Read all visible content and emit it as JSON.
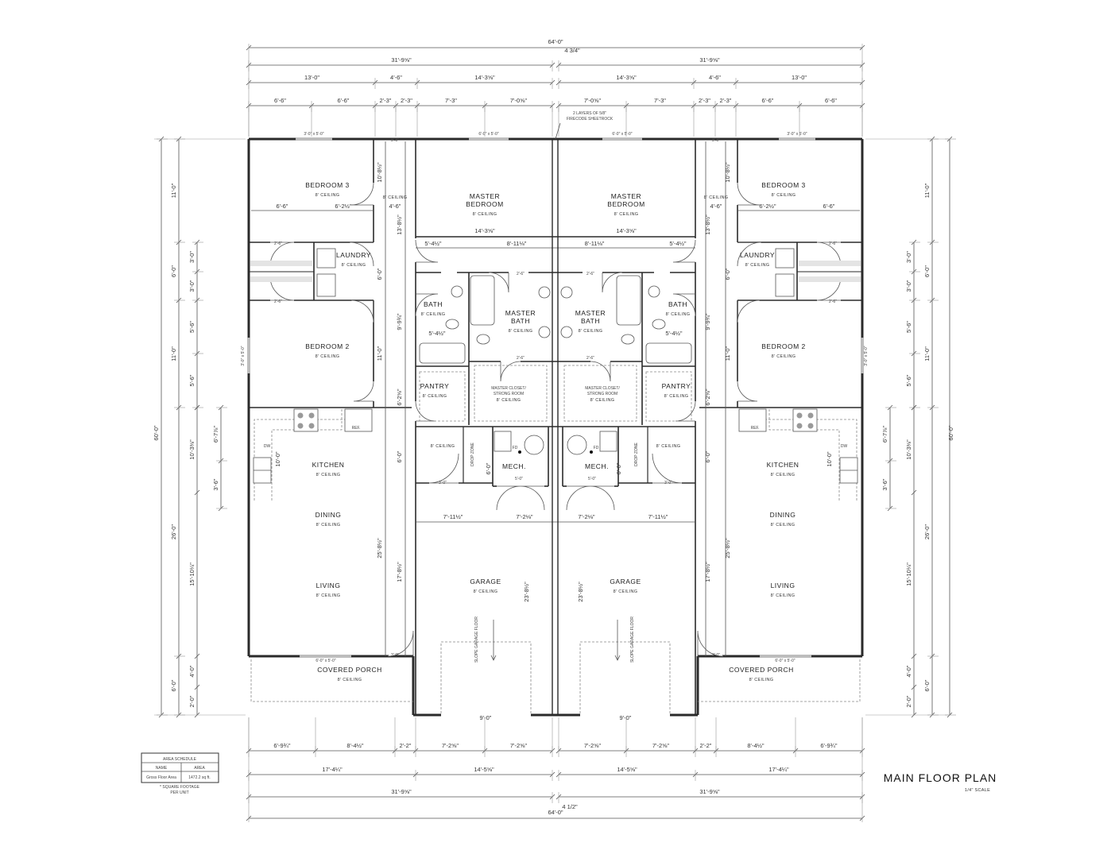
{
  "title": "MAIN FLOOR PLAN",
  "scale": "1/4\" SCALE",
  "party_wall_note": [
    "2 LAYERS OF 5/8\"",
    "FIRECODE SHEETROCK"
  ],
  "area_schedule": {
    "title": "AREA SCHEDULE",
    "headers": [
      "NAME",
      "AREA"
    ],
    "rows": [
      [
        "Gross Floor Area",
        "1472.2 sq ft."
      ]
    ],
    "note": [
      "* SQUARE FOOTAGE",
      "PER UNIT"
    ]
  },
  "colors": {
    "lines": "#2a2a2a",
    "background": "#ffffff",
    "window": "#bdbdbd"
  },
  "rooms": [
    {
      "name": [
        "BEDROOM 3"
      ],
      "ceiling": "8' CEILING"
    },
    {
      "name": [
        "LAUNDRY"
      ],
      "ceiling": "8' CEILING"
    },
    {
      "name": [
        "BEDROOM 2"
      ],
      "ceiling": "8' CEILING"
    },
    {
      "name": [
        "KITCHEN"
      ],
      "ceiling": "8' CEILING"
    },
    {
      "name": [
        "DINING"
      ],
      "ceiling": "8' CEILING"
    },
    {
      "name": [
        "LIVING"
      ],
      "ceiling": "8' CEILING"
    },
    {
      "name": [
        "COVERED PORCH"
      ],
      "ceiling": "8' CEILING"
    },
    {
      "name": [
        "MASTER",
        "BEDROOM"
      ],
      "ceiling": "8' CEILING"
    },
    {
      "name": [
        "BATH"
      ],
      "ceiling": "8' CEILING"
    },
    {
      "name": [
        "MASTER",
        "BATH"
      ],
      "ceiling": "8' CEILING"
    },
    {
      "name": [
        "PANTRY"
      ],
      "ceiling": "8' CEILING"
    },
    {
      "name": [
        "MASTER CLOSET/",
        "STRONG ROOM"
      ],
      "ceiling": "8' CEILING"
    },
    {
      "name": [
        "MECH."
      ],
      "ceiling": ""
    },
    {
      "name": [
        "GARAGE"
      ],
      "ceiling": "8' CEILING"
    },
    {
      "name": [],
      "ceiling": "8' CEILING"
    },
    {
      "name": [],
      "ceiling": "8' CEILING"
    }
  ],
  "notes": [
    "DROP ZONE",
    "SLOPE GARAGE FLOOR",
    "REF.",
    "DW",
    "FD"
  ],
  "top_dims": {
    "overall": "64'-0\"",
    "half": "31'-9⅝\"",
    "party_wall": "4 3/4\"",
    "row2": [
      "13'-0\"",
      "4'-6\"",
      "14'-3⅝\""
    ],
    "row3": [
      "6'-6\"",
      "6'-6\"",
      "2'-3\"",
      "2'-3\"",
      "7'-3\"",
      "7'-0⅝\""
    ]
  },
  "bottom_dims": {
    "row1": [
      "6'-9¾\"",
      "8'-4½\"",
      "2'-2\"",
      "7'-2⅝\"",
      "7'-2⅝\""
    ],
    "row2": [
      "17'-4¼\"",
      "14'-5⅝\""
    ],
    "half": "31'-9⅝\"",
    "party_wall": "4 1/2\"",
    "overall": "64'-0\""
  },
  "side_dims": {
    "overall": "60'-0\"",
    "col2": [
      "11'-0\"",
      "6'-0\"",
      "11'-0\"",
      "26'-0\"",
      "6'-0\""
    ],
    "col3": [
      "3'-0\"",
      "3'-0\"",
      "5'-6\"",
      "5'-6\"",
      "10'-3⅜\"",
      "15'-10¼\"",
      "4'-0\"",
      "2'-0\""
    ],
    "col4": [
      "6'-7⅞\"",
      "3'-6\""
    ]
  },
  "interior_dims": [
    "6'-6\"",
    "6'-2½\"",
    "4'-6\"",
    "10'-8½\"",
    "13'-8½\"",
    "14'-3⅝\"",
    "5'-4½\"",
    "8'-11⅛\"",
    "6'-0\"",
    "9'-9¾\"",
    "5'-4½\"",
    "11'-0\"",
    "6'-2⅝\"",
    "10'-0\"",
    "6'-0\"",
    "6'-0\"",
    "7'-11½\"",
    "7'-2⅛\"",
    "25'-8½\"",
    "17'-8½\"",
    "23'-8½\"",
    "9'-0\"",
    "5'-0\"",
    "3'-0\"",
    "3'-0\"",
    "3'-0\"",
    "2'-6\"",
    "2'-6\"",
    "2'-6\"",
    "2'-6\""
  ],
  "openings": [
    "3'-0\" x 5'-0\"",
    "6'-0\" x 5'-0\"",
    "6'-0\" x 5'-0\"",
    "3'-0\" x 5'-0\""
  ]
}
